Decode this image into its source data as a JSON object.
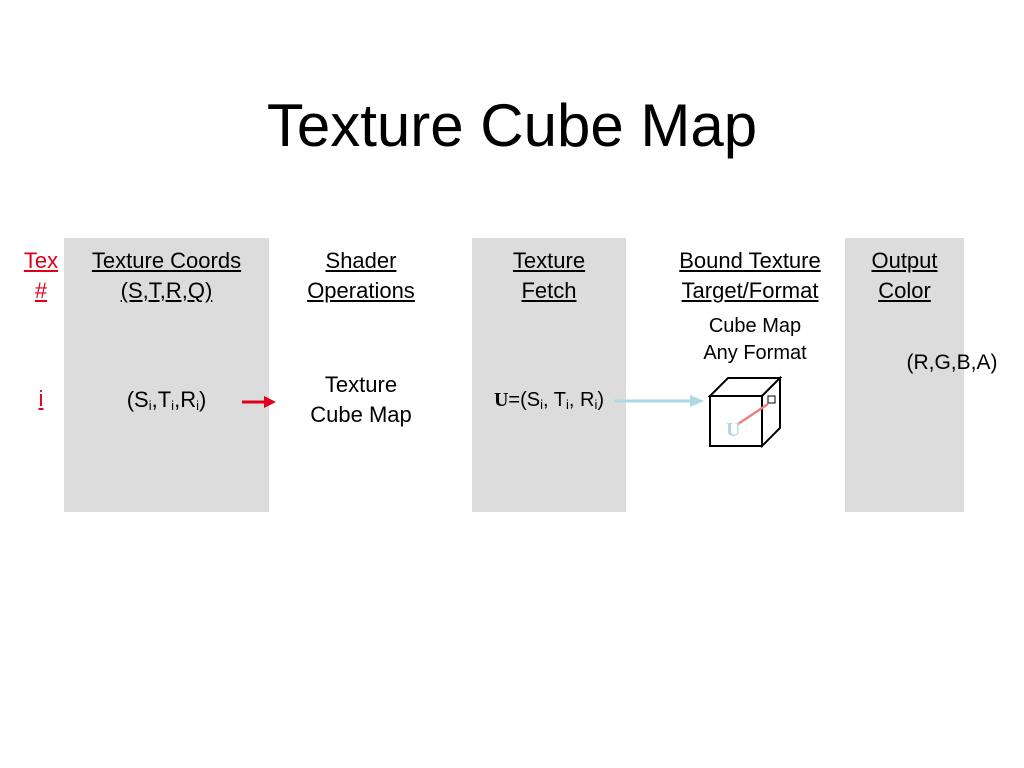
{
  "title": "Texture Cube Map",
  "columns": {
    "tex": {
      "line1": "Tex",
      "line2": "#",
      "row_value": "i"
    },
    "coords": {
      "line1": "Texture Coords",
      "line2": "(S,T,R,Q)"
    },
    "shader": {
      "line1": "Shader",
      "line2": "Operations",
      "body_line1": "Texture",
      "body_line2": "Cube Map"
    },
    "fetch": {
      "line1": "Texture",
      "line2": "Fetch"
    },
    "bound": {
      "line1": "Bound Texture",
      "line2": "Target/Format",
      "body_line1": "Cube Map",
      "body_line2": "Any Format"
    },
    "output": {
      "line1": "Output",
      "line2": "Color",
      "body": "(R,G,B,A)"
    }
  },
  "coords_expr": {
    "s": "S",
    "t": "T",
    "r": "R",
    "sub": "i"
  },
  "fetch_expr": {
    "u": "U",
    "s": "S",
    "t": "T",
    "r": "R",
    "sub": "i"
  },
  "cube_label": "U",
  "colors": {
    "panel": "#dcdcdc",
    "tex_red": "#e0001b",
    "arrow_red": "#e0001b",
    "arrow_light_blue": "#add8e6",
    "cube_vector": "#f08080"
  }
}
